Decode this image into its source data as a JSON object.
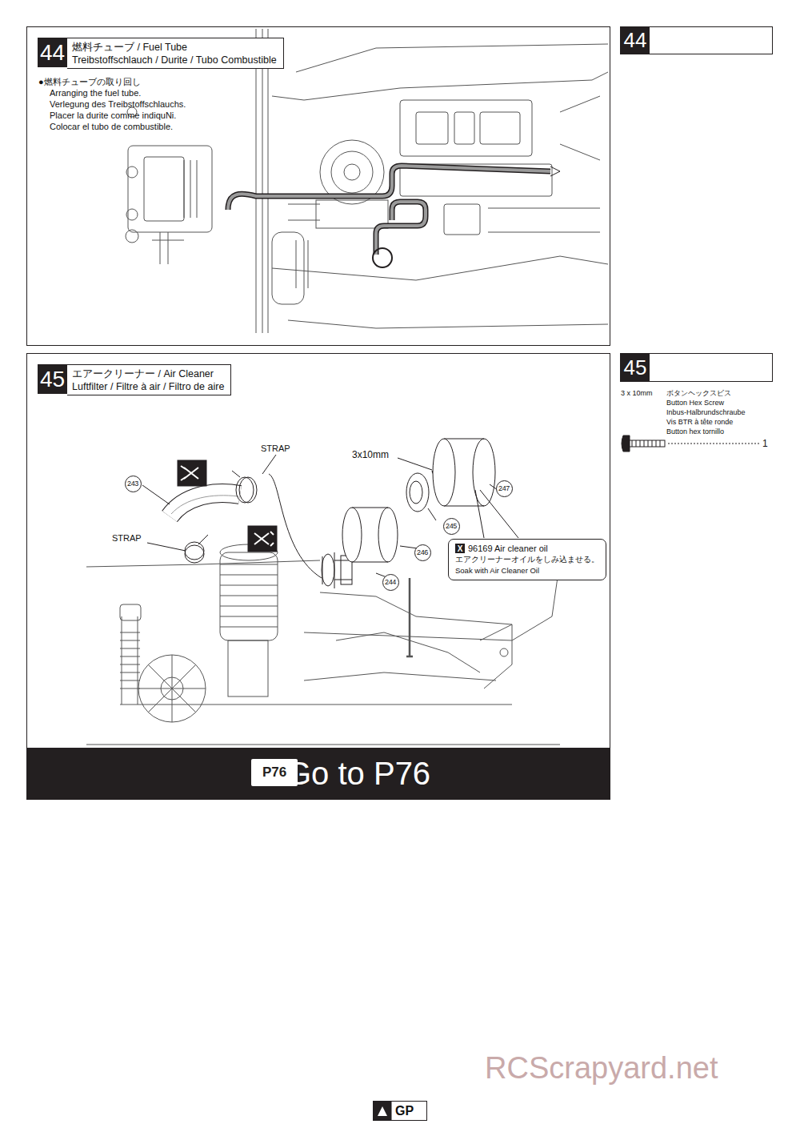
{
  "diagram": {
    "nodes": [
      {
        "text": [
          "44",
          "燃料チューブ  / Fuel Tube",
          "Treibstoffschlauch / Durite / Tubo Combustible"
        ]
      },
      {
        "text": [
          "44"
        ]
      },
      {
        "text": [
          "45",
          "エアークリーナー  / Air Cleaner",
          "Luftfilter / Filtre à air / Filtro de aire"
        ]
      },
      {
        "text": [
          "45"
        ]
      },
      {
        "text": [
          "X",
          "96169 Air cleaner oil",
          "エアクリーナーオイルをしみ込ませる。",
          "Soak with Air Cleaner Oil"
        ]
      },
      {
        "text": [
          "P76",
          "Go to P76"
        ]
      },
      {
        "text": [
          "243"
        ]
      },
      {
        "text": [
          "247"
        ]
      },
      {
        "text": [
          "245"
        ]
      },
      {
        "text": [
          "246"
        ]
      },
      {
        "text": [
          "244"
        ]
      }
    ],
    "labels": [
      "●燃料チューブの取り回し",
      "Arranging the fuel tube.",
      "Verlegung des Treibstoffschlauchs.",
      "Placer la durite comme indiquNi.",
      "Colocar el tubo de combustible.",
      "STRAP",
      "STRAP",
      "3x10mm",
      "3 x 10mm",
      "ボタンヘックスビス",
      "Button Hex Screw",
      "Inbus-Halbrundschraube",
      "Vis BTR à tête ronde",
      "Button hex tornillo",
      "1",
      "RCScrapyard.net",
      "GP"
    ]
  }
}
